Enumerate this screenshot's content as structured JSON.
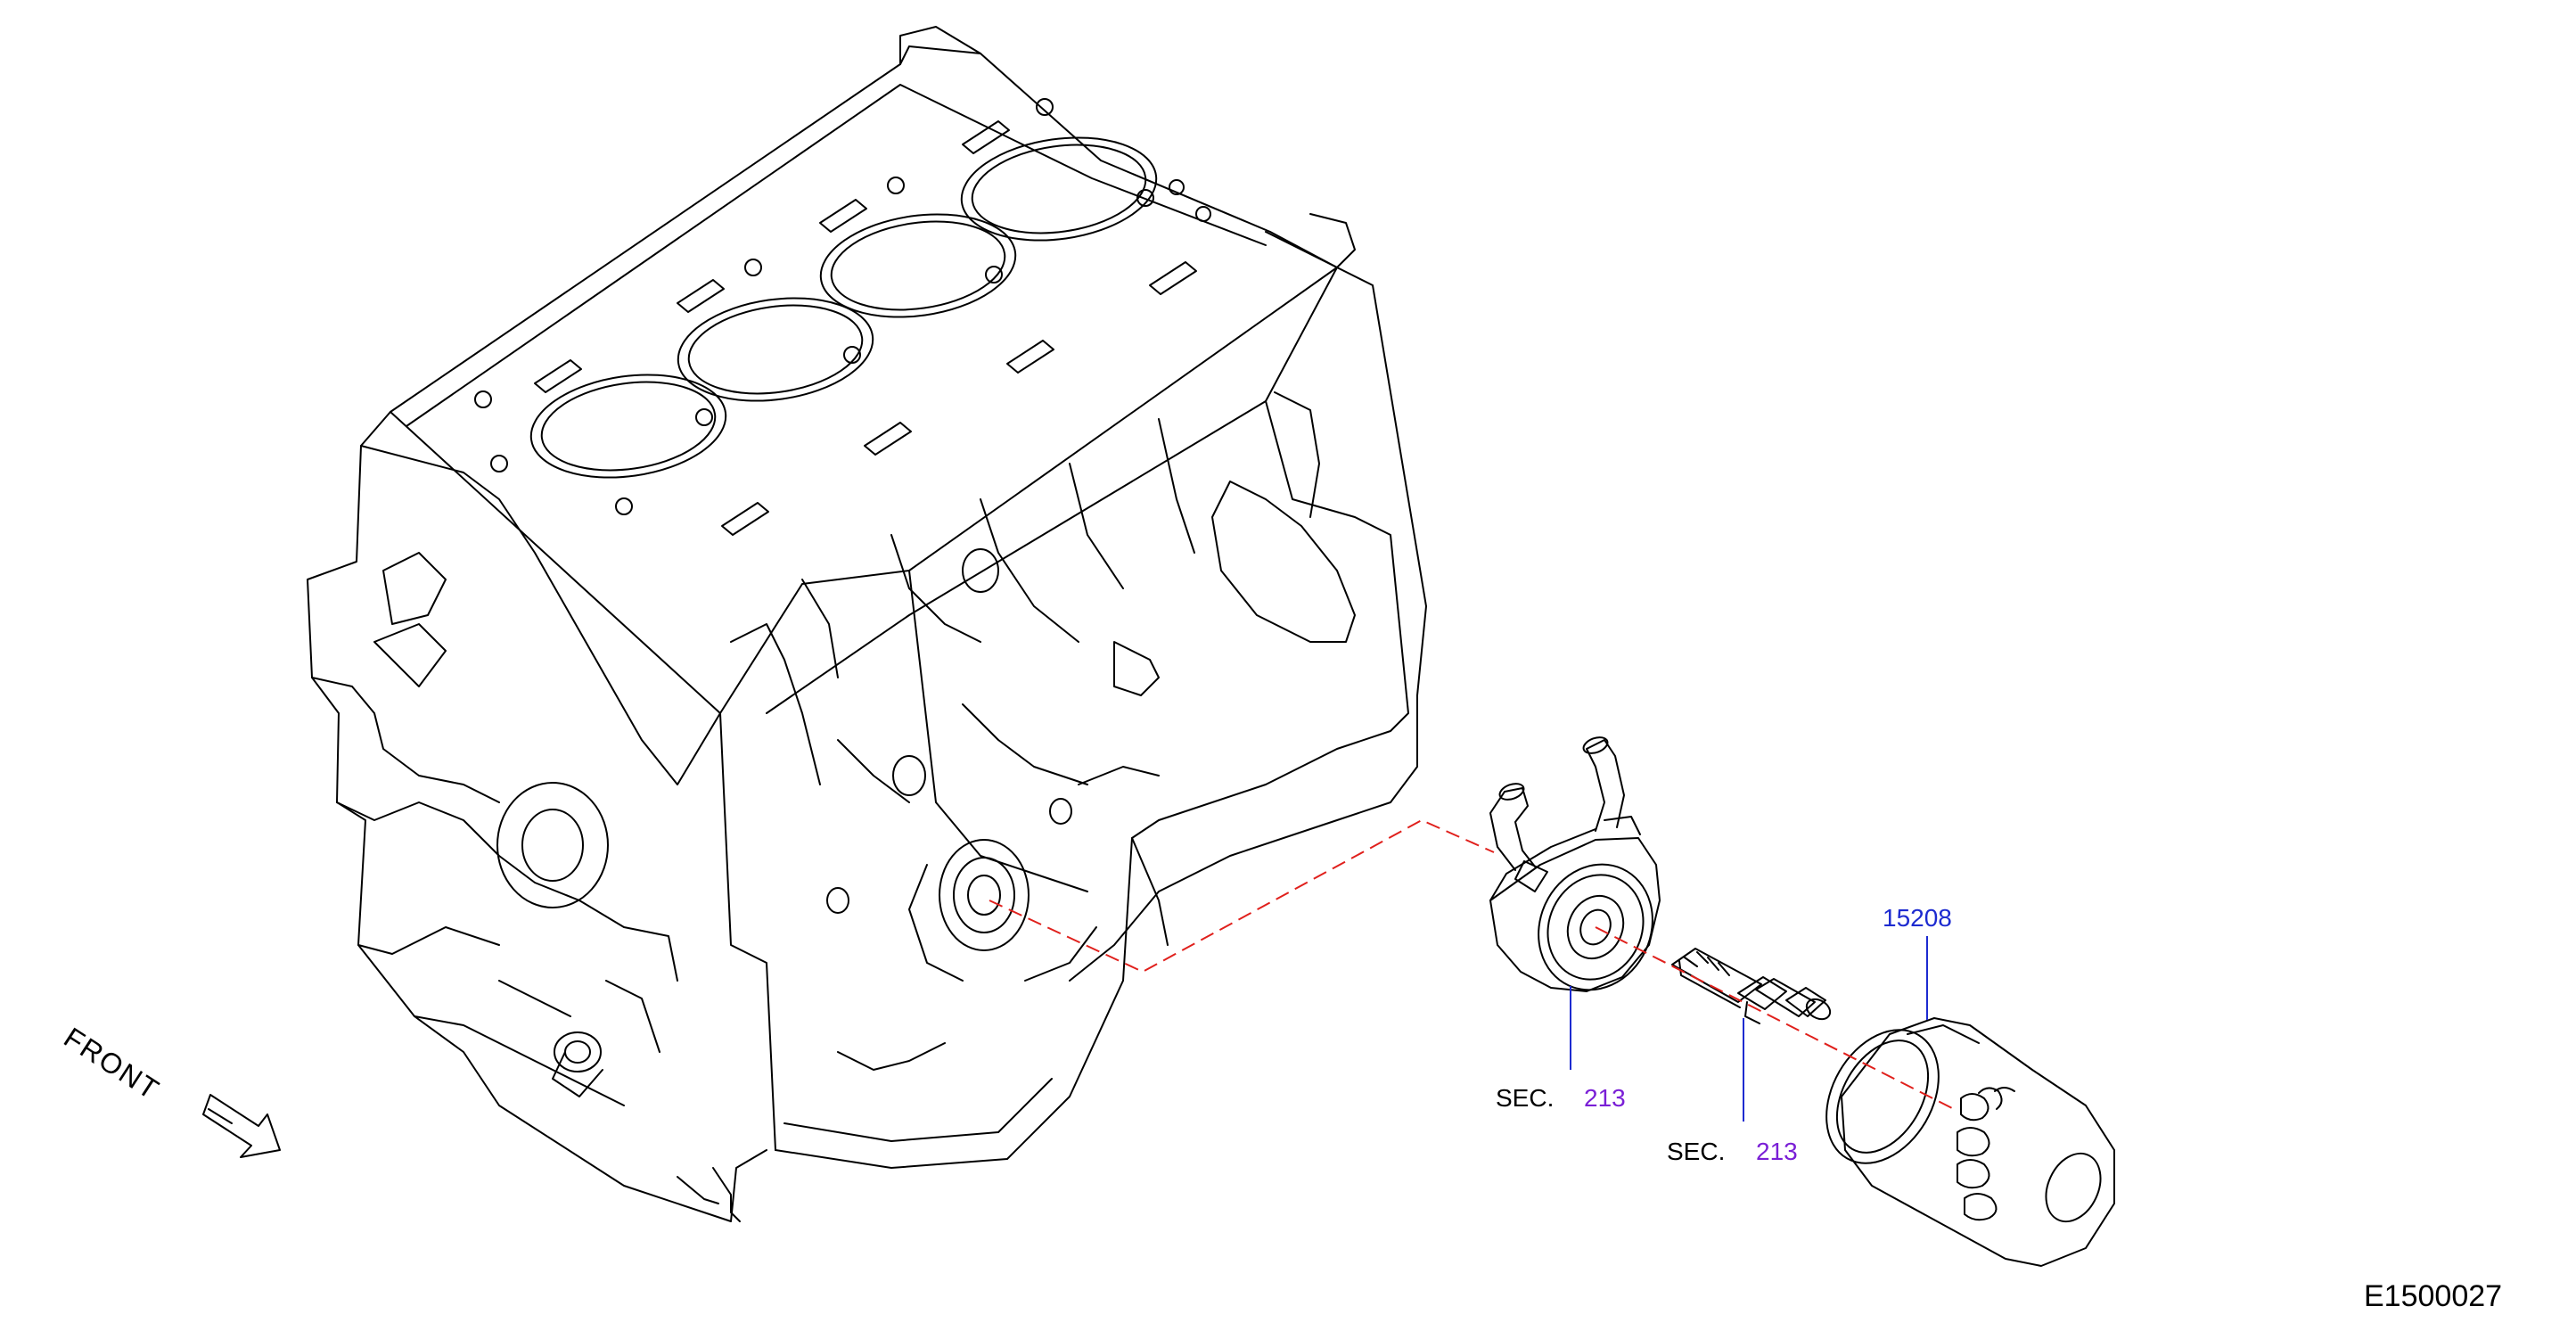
{
  "diagram": {
    "front_label": "FRONT",
    "figure_code": "E1500027",
    "callouts": [
      {
        "id": "oil-cooler",
        "prefix": "SEC.",
        "number": "213"
      },
      {
        "id": "connector-bolt",
        "prefix": "SEC.",
        "number": "213"
      },
      {
        "id": "oil-filter",
        "part_number": "15208"
      }
    ],
    "colors": {
      "line_art": "#000000",
      "part_number": "#1d2bd0",
      "section_number": "#7a1fd6",
      "leader_line": "#1d2bd0",
      "assembly_line": "#e0201c"
    }
  }
}
